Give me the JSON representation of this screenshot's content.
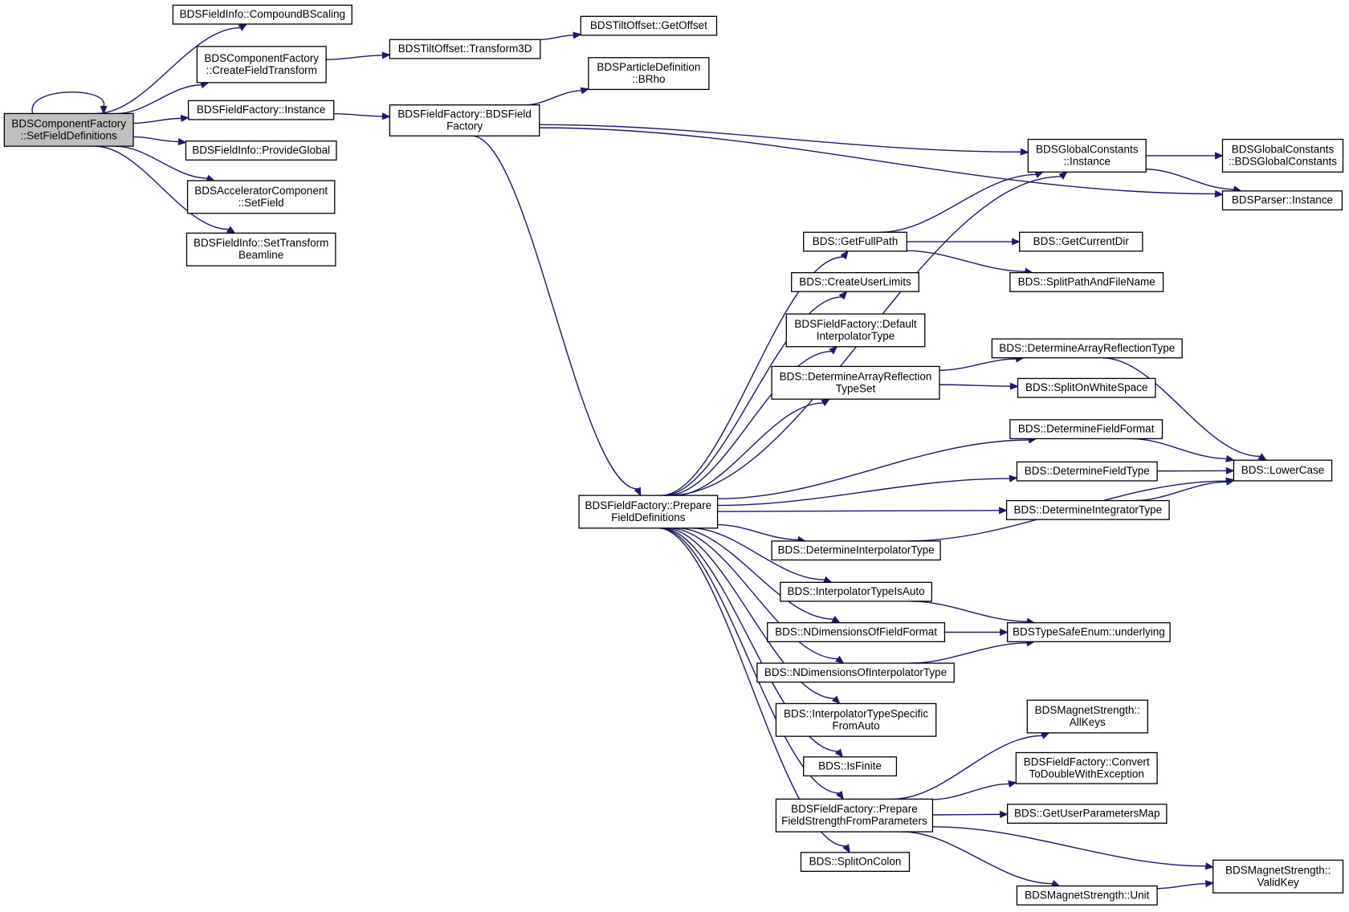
{
  "graph": {
    "nodes": [
      {
        "id": "root",
        "lines": [
          "BDSComponentFactory",
          "::SetFieldDefinitions"
        ],
        "highlighted": true
      },
      {
        "id": "compound",
        "lines": [
          "BDSFieldInfo::CompoundBScaling"
        ]
      },
      {
        "id": "createft",
        "lines": [
          "BDSComponentFactory",
          "::CreateFieldTransform"
        ]
      },
      {
        "id": "ffinst",
        "lines": [
          "BDSFieldFactory::Instance"
        ]
      },
      {
        "id": "provglob",
        "lines": [
          "BDSFieldInfo::ProvideGlobal"
        ]
      },
      {
        "id": "setfield",
        "lines": [
          "BDSAcceleratorComponent",
          "::SetField"
        ]
      },
      {
        "id": "settrans",
        "lines": [
          "BDSFieldInfo::SetTransform",
          "Beamline"
        ]
      },
      {
        "id": "trans3d",
        "lines": [
          "BDSTiltOffset::Transform3D"
        ]
      },
      {
        "id": "getoffset",
        "lines": [
          "BDSTiltOffset::GetOffset"
        ]
      },
      {
        "id": "ffctor",
        "lines": [
          "BDSFieldFactory::BDSField",
          "Factory"
        ]
      },
      {
        "id": "brho",
        "lines": [
          "BDSParticleDefinition",
          "::BRho"
        ]
      },
      {
        "id": "gcinst",
        "lines": [
          "BDSGlobalConstants",
          "::Instance"
        ]
      },
      {
        "id": "gcctor",
        "lines": [
          "BDSGlobalConstants",
          "::BDSGlobalConstants"
        ]
      },
      {
        "id": "parser",
        "lines": [
          "BDSParser::Instance"
        ]
      },
      {
        "id": "prepfd",
        "lines": [
          "BDSFieldFactory::Prepare",
          "FieldDefinitions"
        ]
      },
      {
        "id": "fullpath",
        "lines": [
          "BDS::GetFullPath"
        ]
      },
      {
        "id": "curdir",
        "lines": [
          "BDS::GetCurrentDir"
        ]
      },
      {
        "id": "splitpath",
        "lines": [
          "BDS::SplitPathAndFileName"
        ]
      },
      {
        "id": "userlim",
        "lines": [
          "BDS::CreateUserLimits"
        ]
      },
      {
        "id": "definterp",
        "lines": [
          "BDSFieldFactory::Default",
          "InterpolatorType"
        ]
      },
      {
        "id": "arrrefset",
        "lines": [
          "BDS::DetermineArrayReflection",
          "TypeSet"
        ]
      },
      {
        "id": "arrref",
        "lines": [
          "BDS::DetermineArrayReflectionType"
        ]
      },
      {
        "id": "splitws",
        "lines": [
          "BDS::SplitOnWhiteSpace"
        ]
      },
      {
        "id": "fformat",
        "lines": [
          "BDS::DetermineFieldFormat"
        ]
      },
      {
        "id": "ftype",
        "lines": [
          "BDS::DetermineFieldType"
        ]
      },
      {
        "id": "lower",
        "lines": [
          "BDS::LowerCase"
        ]
      },
      {
        "id": "integ",
        "lines": [
          "BDS::DetermineIntegratorType"
        ]
      },
      {
        "id": "interp",
        "lines": [
          "BDS::DetermineInterpolatorType"
        ]
      },
      {
        "id": "isauto",
        "lines": [
          "BDS::InterpolatorTypeIsAuto"
        ]
      },
      {
        "id": "underlying",
        "lines": [
          "BDSTypeSafeEnum::underlying"
        ]
      },
      {
        "id": "ndimff",
        "lines": [
          "BDS::NDimensionsOfFieldFormat"
        ]
      },
      {
        "id": "ndimit",
        "lines": [
          "BDS::NDimensionsOfInterpolatorType"
        ]
      },
      {
        "id": "specauto",
        "lines": [
          "BDS::InterpolatorTypeSpecific",
          "FromAuto"
        ]
      },
      {
        "id": "isfinite",
        "lines": [
          "BDS::IsFinite"
        ]
      },
      {
        "id": "prepfs",
        "lines": [
          "BDSFieldFactory::Prepare",
          "FieldStrengthFromParameters"
        ]
      },
      {
        "id": "splitcolon",
        "lines": [
          "BDS::SplitOnColon"
        ]
      },
      {
        "id": "allkeys",
        "lines": [
          "BDSMagnetStrength::",
          "AllKeys"
        ]
      },
      {
        "id": "convdbl",
        "lines": [
          "BDSFieldFactory::Convert",
          "ToDoubleWithException"
        ]
      },
      {
        "id": "userparam",
        "lines": [
          "BDS::GetUserParametersMap"
        ]
      },
      {
        "id": "validkey",
        "lines": [
          "BDSMagnetStrength::",
          "ValidKey"
        ]
      },
      {
        "id": "unit",
        "lines": [
          "BDSMagnetStrength::Unit"
        ]
      }
    ],
    "edges": [
      [
        "root",
        "root"
      ],
      [
        "root",
        "compound"
      ],
      [
        "root",
        "createft"
      ],
      [
        "root",
        "ffinst"
      ],
      [
        "root",
        "provglob"
      ],
      [
        "root",
        "setfield"
      ],
      [
        "root",
        "settrans"
      ],
      [
        "createft",
        "trans3d"
      ],
      [
        "trans3d",
        "getoffset"
      ],
      [
        "ffinst",
        "ffctor"
      ],
      [
        "ffctor",
        "brho"
      ],
      [
        "ffctor",
        "gcinst"
      ],
      [
        "ffctor",
        "parser"
      ],
      [
        "ffctor",
        "prepfd"
      ],
      [
        "gcinst",
        "gcctor"
      ],
      [
        "gcinst",
        "parser"
      ],
      [
        "prepfd",
        "gcinst"
      ],
      [
        "prepfd",
        "fullpath"
      ],
      [
        "prepfd",
        "userlim"
      ],
      [
        "prepfd",
        "definterp"
      ],
      [
        "prepfd",
        "arrrefset"
      ],
      [
        "prepfd",
        "fformat"
      ],
      [
        "prepfd",
        "ftype"
      ],
      [
        "prepfd",
        "integ"
      ],
      [
        "prepfd",
        "interp"
      ],
      [
        "prepfd",
        "isauto"
      ],
      [
        "prepfd",
        "ndimff"
      ],
      [
        "prepfd",
        "ndimit"
      ],
      [
        "prepfd",
        "specauto"
      ],
      [
        "prepfd",
        "isfinite"
      ],
      [
        "prepfd",
        "prepfs"
      ],
      [
        "prepfd",
        "splitcolon"
      ],
      [
        "fullpath",
        "gcinst"
      ],
      [
        "fullpath",
        "curdir"
      ],
      [
        "fullpath",
        "splitpath"
      ],
      [
        "arrrefset",
        "arrref"
      ],
      [
        "arrrefset",
        "splitws"
      ],
      [
        "arrref",
        "lower"
      ],
      [
        "fformat",
        "lower"
      ],
      [
        "ftype",
        "lower"
      ],
      [
        "integ",
        "lower"
      ],
      [
        "interp",
        "lower"
      ],
      [
        "isauto",
        "underlying"
      ],
      [
        "ndimff",
        "underlying"
      ],
      [
        "ndimit",
        "underlying"
      ],
      [
        "prepfs",
        "allkeys"
      ],
      [
        "prepfs",
        "convdbl"
      ],
      [
        "prepfs",
        "userparam"
      ],
      [
        "prepfs",
        "validkey"
      ],
      [
        "prepfs",
        "unit"
      ],
      [
        "unit",
        "validkey"
      ]
    ]
  }
}
